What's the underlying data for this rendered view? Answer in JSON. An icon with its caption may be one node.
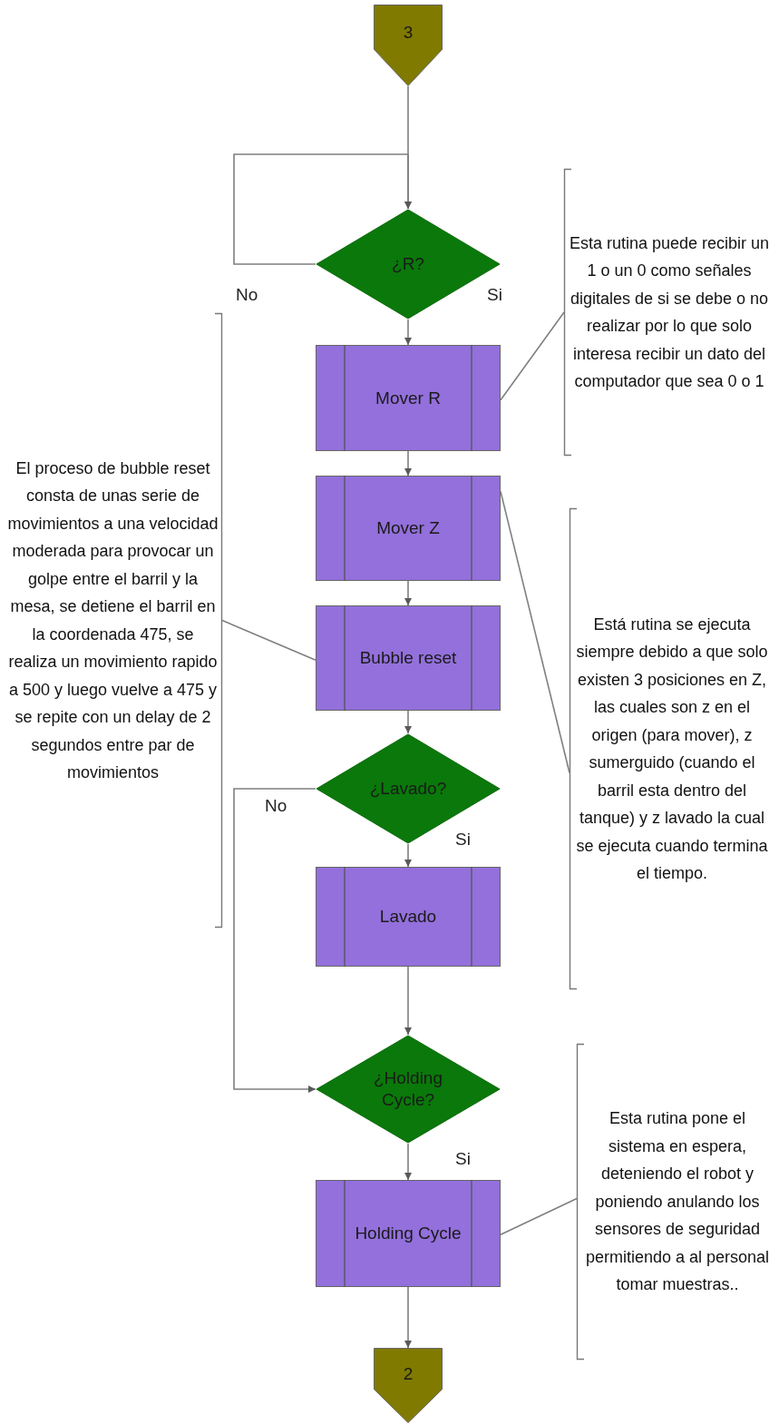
{
  "diagram": {
    "nodes": [
      {
        "text": [
          "3"
        ]
      },
      {
        "text": [
          "¿R?"
        ]
      },
      {
        "text": [
          "Mover R"
        ]
      },
      {
        "text": [
          "Mover Z"
        ]
      },
      {
        "text": [
          "Bubble reset"
        ]
      },
      {
        "text": [
          "¿Lavado?"
        ]
      },
      {
        "text": [
          "Lavado"
        ]
      },
      {
        "text": [
          "¿Holding Cycle?"
        ]
      },
      {
        "text": [
          "Holding Cycle"
        ]
      },
      {
        "text": [
          "2"
        ]
      },
      {
        "text": [
          "Esta rutina puede recibir un 1 o un 0 como señales digitales de si se debe o no realizar por lo que solo interesa recibir un dato del computador que sea 0 o 1"
        ]
      },
      {
        "text": [
          "El proceso de bubble reset consta de unas serie de movimientos a una velocidad moderada para provocar un golpe entre el barril y la mesa, se detiene el barril en la coordenada 475, se realiza un movimiento rapido a 500 y luego vuelve a 475 y se repite con un delay de 2 segundos entre par de movimientos"
        ]
      },
      {
        "text": [
          "Está rutina se ejecuta siempre debido a que solo existen 3 posiciones en Z, las cuales son z en el origen (para mover), z sumerguido (cuando el barril esta dentro del tanque) y z lavado la cual se ejecuta cuando termina el tiempo."
        ]
      },
      {
        "text": [
          "Esta rutina pone el sistema en espera, deteniendo el robot y poniendo anulando los sensores de seguridad permitiendo a al personal tomar muestras.."
        ]
      }
    ],
    "edges": [
      {
        "from": 0,
        "to": 1,
        "arrow": "to"
      },
      {
        "from": 1,
        "to": 1,
        "arrow": "to",
        "label": "No"
      },
      {
        "from": 1,
        "to": 2,
        "arrow": "to",
        "label": "Si"
      },
      {
        "from": 2,
        "to": 3,
        "arrow": "to"
      },
      {
        "from": 3,
        "to": 4,
        "arrow": "to"
      },
      {
        "from": 4,
        "to": 5,
        "arrow": "to"
      },
      {
        "from": 5,
        "to": 6,
        "arrow": "to",
        "label": "Si"
      },
      {
        "from": 5,
        "to": 7,
        "arrow": "to",
        "label": "No"
      },
      {
        "from": 6,
        "to": 7,
        "arrow": "to"
      },
      {
        "from": 7,
        "to": 8,
        "arrow": "to",
        "label": "Si"
      },
      {
        "from": 8,
        "to": 9,
        "arrow": "to"
      },
      {
        "from": 10,
        "to": 2,
        "arrow": "none"
      },
      {
        "from": 11,
        "to": 4,
        "arrow": "none"
      },
      {
        "from": 12,
        "to": 3,
        "arrow": "none"
      },
      {
        "from": 13,
        "to": 8,
        "arrow": "none"
      }
    ]
  }
}
